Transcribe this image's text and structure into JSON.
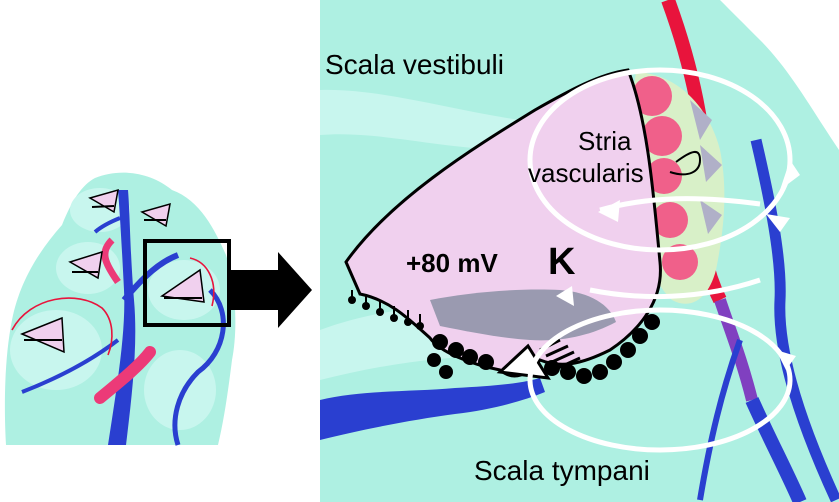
{
  "labels": {
    "scala_vestibuli": "Scala vestibuli",
    "stria_line1": "Stria",
    "stria_line2": "vascularis",
    "potential": "+80 mV",
    "ion": "K",
    "scala_tympani": "Scala tympani"
  },
  "colors": {
    "fluid": "#aef0e2",
    "fluid_light": "#c8f6ee",
    "outer_bg": "#ffffff",
    "tissue_lilac": "#f0d0ee",
    "vein_blue": "#2a3fd0",
    "artery_red": "#e8143c",
    "artery_pink": "#ec3a78",
    "stria_cell_pink": "#f0608a",
    "stria_cell_green": "#d8f0c8",
    "stria_cell_grey": "#b0b0c8",
    "hair_cells_grey": "#9a9ab0",
    "arrow_black": "#000000",
    "circulation_white": "#ffffff"
  },
  "icons": {
    "pointer": "right-arrow-icon"
  }
}
